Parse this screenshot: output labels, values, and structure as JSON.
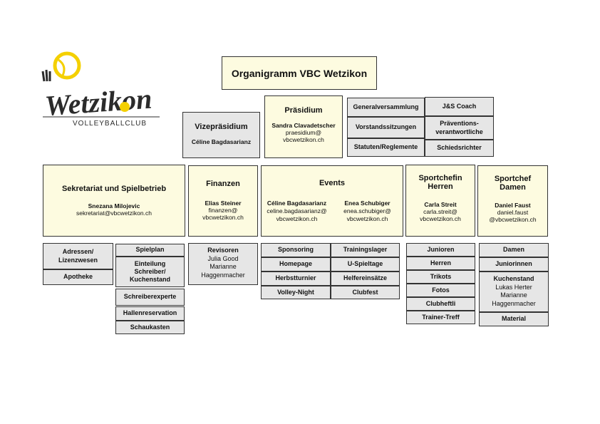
{
  "logo": {
    "wordmark": "Wetzikon",
    "subtitle": "VOLLEYBALLCLUB",
    "colors": {
      "ball": "#f4d000",
      "ink": "#2b2b2b",
      "accent": "#f4d000"
    }
  },
  "title": "Organigramm VBC Wetzikon",
  "vizepraesidium": {
    "title": "Vizepräsidium",
    "person": "Céline Bagdasarianz"
  },
  "praesidium": {
    "title": "Präsidium",
    "person": "Sandra Clavadetscher",
    "email_1": "praesidium@",
    "email_2": "vbcwetzikon.ch"
  },
  "governance": [
    "Generalversammlung",
    "Vorstandssitzungen",
    "Statuten/Reglemente"
  ],
  "coaching": [
    "J&S Coach",
    "Präventions-verantwortliche",
    "Schiedsrichter"
  ],
  "sekretariat": {
    "title": "Sekretariat und Spielbetrieb",
    "person": "Snezana Milojevic",
    "email": "sekretariat@vbcwetzikon.ch",
    "tasks_left": [
      "Adressen/ Lizenzwesen",
      "Apotheke"
    ],
    "tasks_right": [
      "Spielplan",
      "Einteilung Schreiber/ Kuchenstand",
      "Schreiberexperte",
      "Hallenreservation",
      "Schaukasten"
    ]
  },
  "finanzen": {
    "title": "Finanzen",
    "person": "Elias Steiner",
    "email_1": "finanzen@",
    "email_2": "vbcwetzikon.ch",
    "revisoren": {
      "title": "Revisoren",
      "names": [
        "Julia Good",
        "Marianne",
        "Haggenmacher"
      ]
    }
  },
  "events": {
    "title": "Events",
    "person_1": "Céline Bagdasarianz",
    "email_1a": "celine.bagdasarianz@",
    "email_1b": "vbcwetzikon.ch",
    "person_2": "Enea Schubiger",
    "email_2a": "enea.schubiger@",
    "email_2b": "vbcwetzikon.ch",
    "tasks_left": [
      "Sponsoring",
      "Homepage",
      "Herbstturnier",
      "Volley-Night"
    ],
    "tasks_right": [
      "Trainingslager",
      "U-Spieltage",
      "Helfereinsätze",
      "Clubfest"
    ]
  },
  "sportchefin_herren": {
    "title_1": "Sportchefin",
    "title_2": "Herren",
    "person": "Carla Streit",
    "email_1": "carla.streit@",
    "email_2": "vbcwetzikon.ch",
    "tasks": [
      "Junioren",
      "Herren",
      "Trikots",
      "Fotos",
      "Clubheftli",
      "Trainer-Treff"
    ]
  },
  "sportchef_damen": {
    "title_1": "Sportchef",
    "title_2": "Damen",
    "person": "Daniel Faust",
    "email_1": "daniel.faust",
    "email_2": "@vbcwetzikon.ch",
    "tasks": [
      "Damen",
      "Juniorinnen"
    ],
    "kuchenstand": {
      "title": "Kuchenstand",
      "names": [
        "Lukas Herter",
        "Marianne",
        "Haggenmacher"
      ]
    },
    "material": "Material"
  },
  "colors": {
    "yellow_box": "#fdfbe0",
    "gray_box": "#e6e6e6",
    "border": "#333333"
  }
}
